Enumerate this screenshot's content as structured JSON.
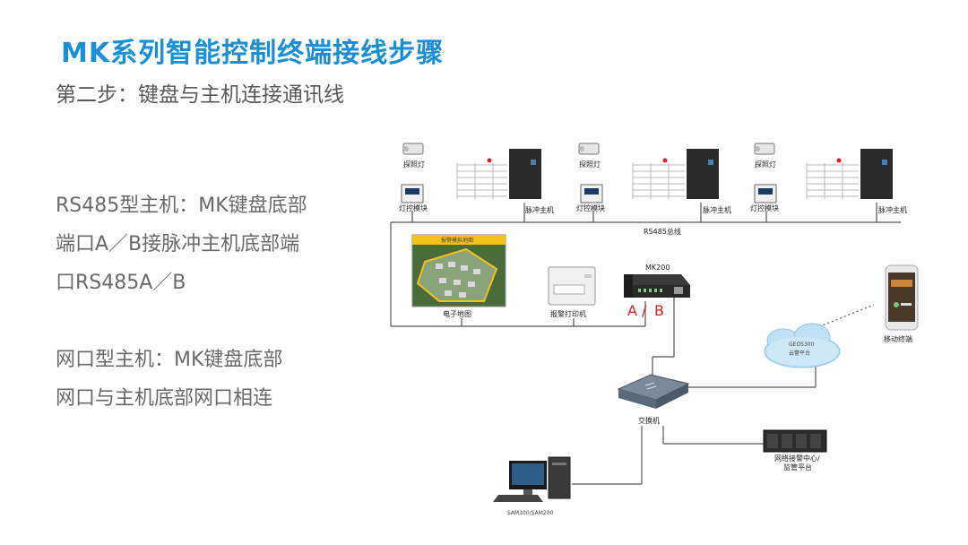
{
  "title": "MK系列智能控制终端接线步骤",
  "subtitle": "第二步：键盘与主机连接通讯线",
  "section_rs485": {
    "lines": [
      "RS485型主机：MK键盘底部",
      "端口A／B接脉冲主机底部端",
      "口RS485A／B"
    ]
  },
  "section_network": {
    "lines": [
      "网口型主机：MK键盘底部",
      "网口与主机底部网口相连"
    ]
  },
  "diagram": {
    "unit_light": "探照灯",
    "unit_lamp_module": "灯控模块",
    "unit_pulse_host": "脉冲主机",
    "bus_label": "RS485总线",
    "map_label": "电子地图",
    "map_screen_title": "报警模拟地图",
    "printer_label": "报警打印机",
    "keyboard_label": "MK200",
    "port_a": "A",
    "port_sep": "/",
    "port_b": "B",
    "cloud_line1": "GEO5300",
    "cloud_line2": "云警平台",
    "mobile_label": "移动终端",
    "switch_label": "交换机",
    "center_line1": "网络接警中心/",
    "center_line2": "监管平台",
    "pc_label": "SAM100/SAM200",
    "colors": {
      "accent": "#1b8fd6",
      "ab_red": "#e02020",
      "line": "#555555"
    }
  }
}
